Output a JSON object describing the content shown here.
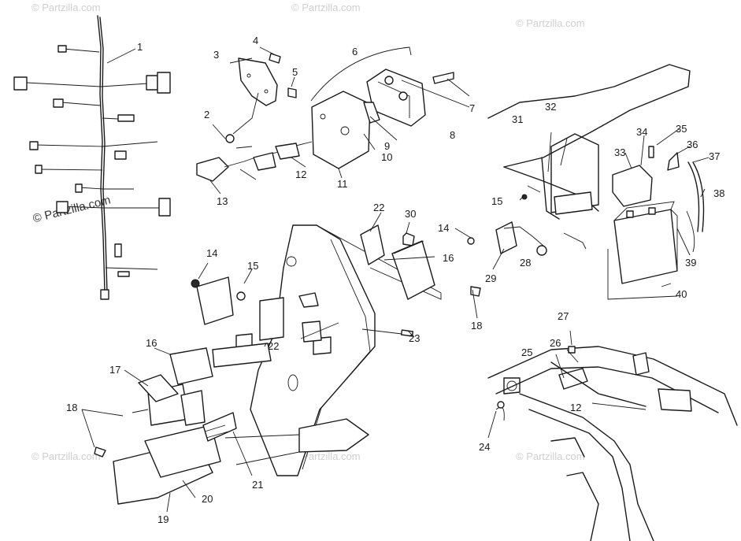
{
  "watermark": {
    "text": "© Partzilla.com",
    "prominent_text": "© Partzilla.com"
  },
  "callouts": [
    "1",
    "2",
    "3",
    "4",
    "5",
    "6",
    "7",
    "8",
    "9",
    "10",
    "11",
    "12",
    "12",
    "13",
    "14",
    "14",
    "15",
    "15",
    "16",
    "16",
    "17",
    "18",
    "18",
    "19",
    "20",
    "21",
    "22",
    "22",
    "23",
    "24",
    "25",
    "26",
    "27",
    "28",
    "29",
    "30",
    "31",
    "32",
    "33",
    "34",
    "35",
    "36",
    "37",
    "38",
    "39",
    "40"
  ],
  "colors": {
    "line": "#1a1a1a",
    "watermark": "#cfcfcf",
    "background": "#ffffff"
  }
}
